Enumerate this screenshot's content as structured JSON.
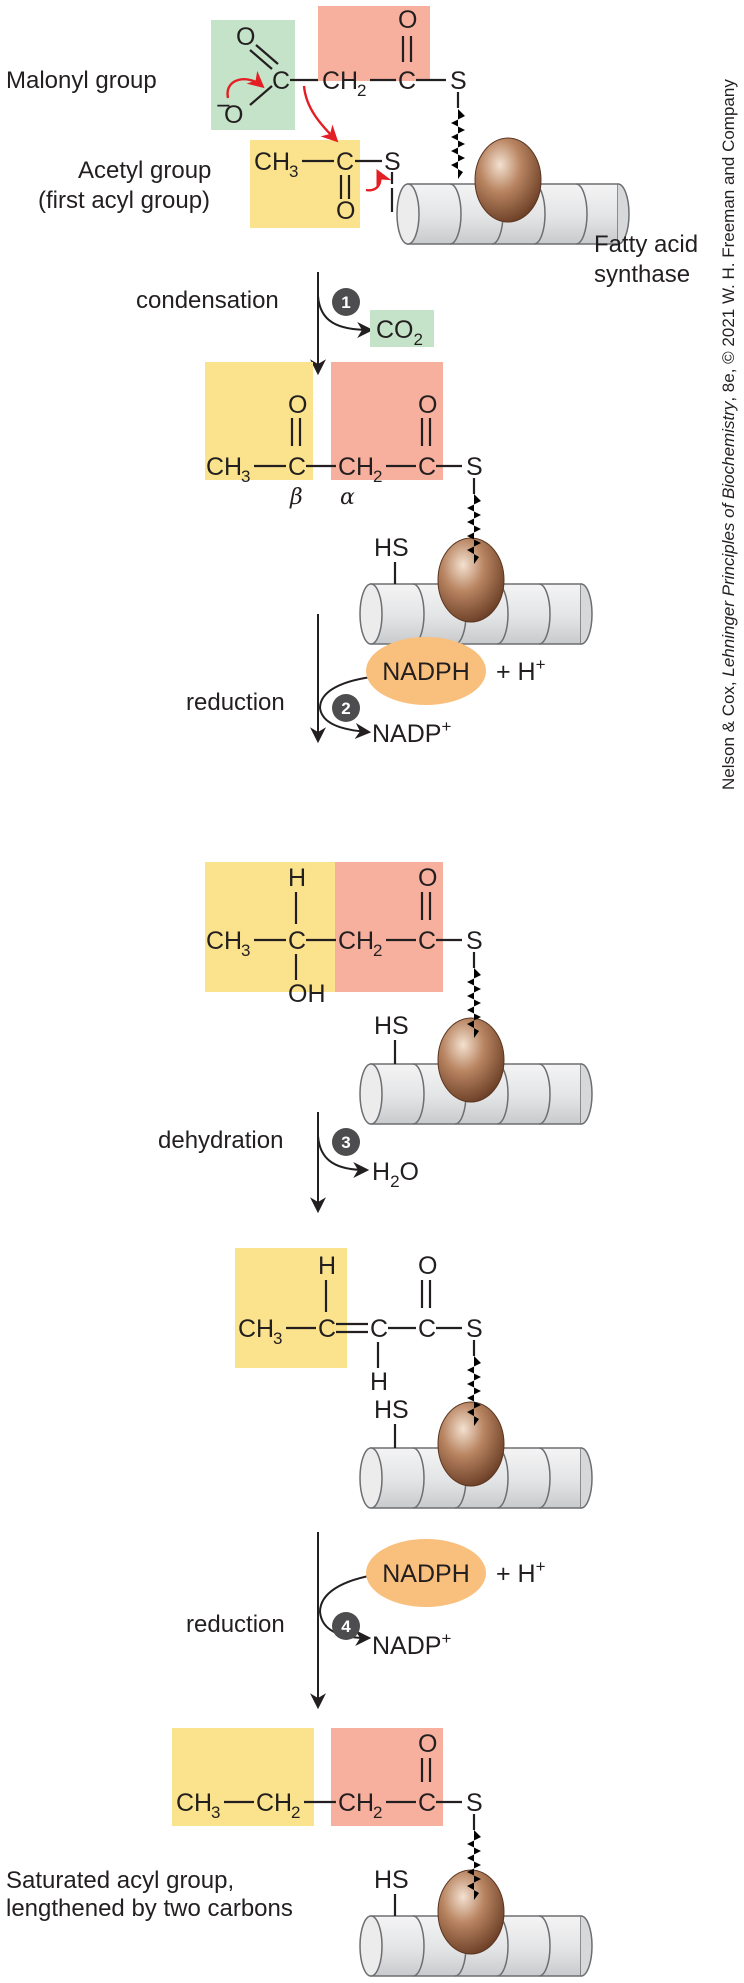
{
  "labels": {
    "malonyl_group": "Malonyl group",
    "acetyl_group_line1": "Acetyl group",
    "acetyl_group_line2": "(first acyl group)",
    "fas_line1": "Fatty acid",
    "fas_line2": "synthase",
    "saturated_line1": "Saturated acyl group,",
    "saturated_line2": "lengthened by two carbons"
  },
  "atoms": {
    "O": "O",
    "C": "C",
    "S": "S",
    "H": "H",
    "CH": "CH",
    "sub2": "2",
    "sub3": "3",
    "HS": "HS",
    "OH": "OH",
    "minus": "−",
    "beta": "β",
    "alpha": "α"
  },
  "steps": [
    {
      "number": "1",
      "name": "condensation",
      "product_main": "CO",
      "product_sub": "2"
    },
    {
      "number": "2",
      "name": "reduction",
      "cofactor": "NADPH",
      "plus_h": "+ H",
      "plus_sup": "+",
      "product_main": "NADP",
      "product_sup": "+"
    },
    {
      "number": "3",
      "name": "dehydration",
      "product_main": "H",
      "product_sub": "2",
      "product_tail": "O"
    },
    {
      "number": "4",
      "name": "reduction",
      "cofactor": "NADPH",
      "plus_h": "+ H",
      "plus_sup": "+",
      "product_main": "NADP",
      "product_sup": "+"
    }
  ],
  "credit": {
    "prefix": "Nelson & Cox, ",
    "title": "Lehninger Principles of Biochemistry",
    "suffix": ", 8e, © 2021 W. H. Freeman and Company"
  },
  "colors": {
    "malonyl_highlight": "#f7b09d",
    "acetyl_highlight": "#fbe38d",
    "carboxyl_highlight": "#c5e3c8",
    "nadph_fill": "#f9bf7c",
    "step_badge": "#4d4d4f",
    "curved_arrow": "#e31e24",
    "cylinder_fill": "#e6e7e8",
    "acp_ball": "#8b5a3c"
  }
}
